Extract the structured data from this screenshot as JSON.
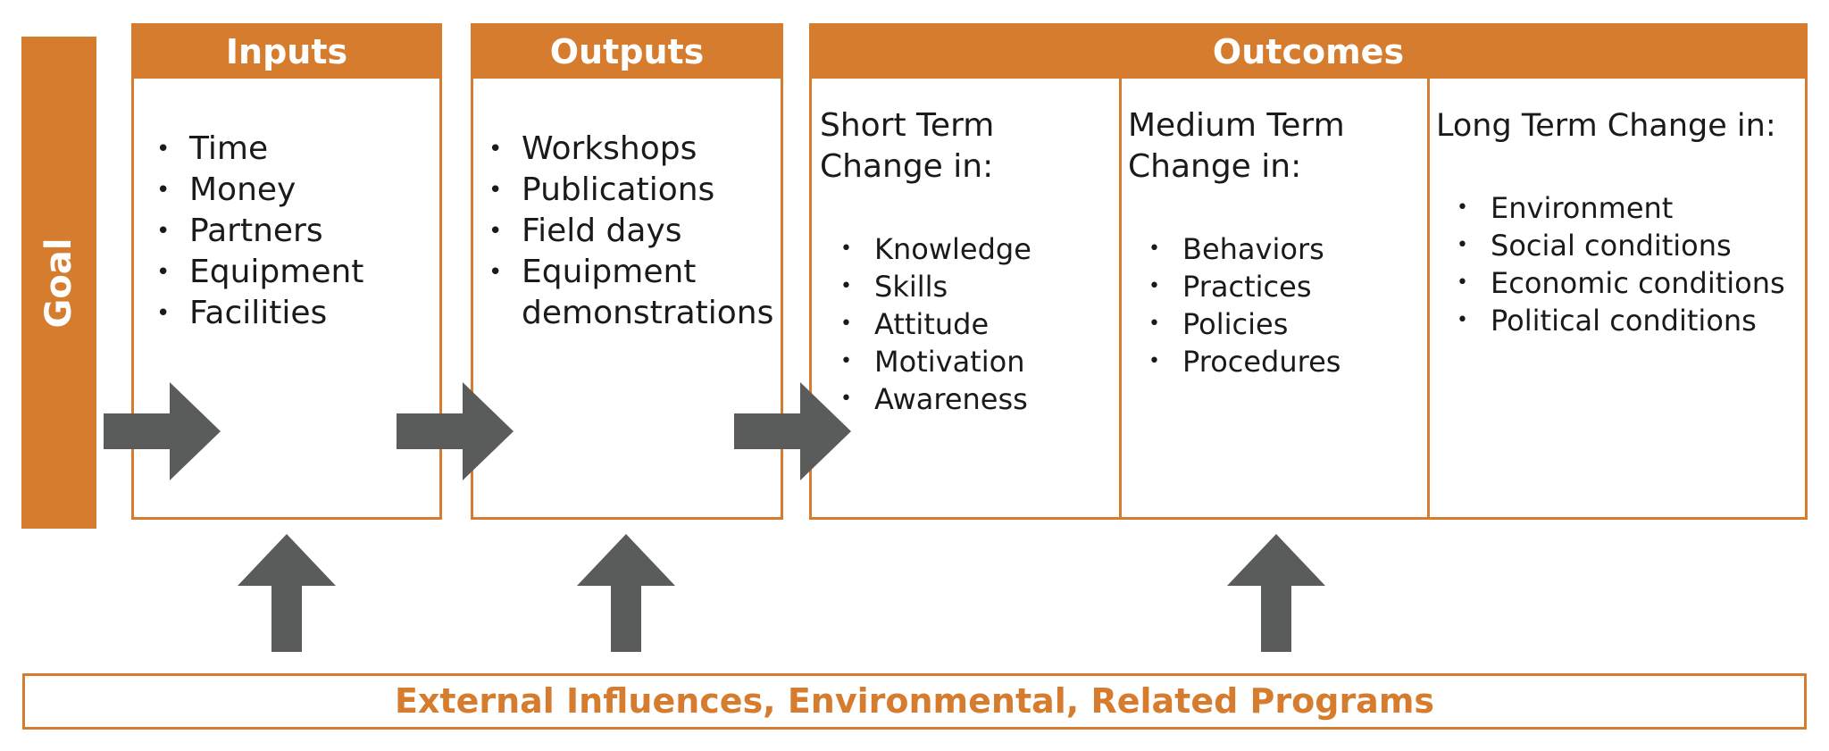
{
  "goal": {
    "label": "Goal"
  },
  "inputs": {
    "title": "Inputs",
    "items": [
      "Time",
      "Money",
      "Partners",
      "Equipment",
      "Facilities"
    ]
  },
  "outputs": {
    "title": "Outputs",
    "items": [
      "Workshops",
      "Publications",
      "Field days",
      "Equipment demonstrations"
    ]
  },
  "outcomes": {
    "title": "Outcomes",
    "short_term": {
      "heading_line1": "Short Term",
      "heading_line2": "Change in:",
      "items": [
        "Knowledge",
        "Skills",
        "Attitude",
        "Motivation",
        "Awareness"
      ]
    },
    "medium_term": {
      "heading_line1": "Medium Term",
      "heading_line2": "Change in:",
      "items": [
        "Behaviors",
        "Practices",
        "Policies",
        "Procedures"
      ]
    },
    "long_term": {
      "heading": "Long Term Change in:",
      "items": [
        "Environment",
        "Social conditions",
        "Economic conditions",
        "Political conditions"
      ]
    }
  },
  "external": {
    "label": "External Influences, Environmental, Related Programs"
  },
  "colors": {
    "accent": "#D67C2F",
    "arrow": "#5A5B5B",
    "text": "#1a1a1a"
  },
  "arrows": {
    "right": [
      "goal-to-inputs",
      "inputs-to-outputs",
      "outputs-to-outcomes"
    ],
    "up": [
      "external-to-inputs",
      "external-to-outputs",
      "external-to-outcomes"
    ]
  }
}
